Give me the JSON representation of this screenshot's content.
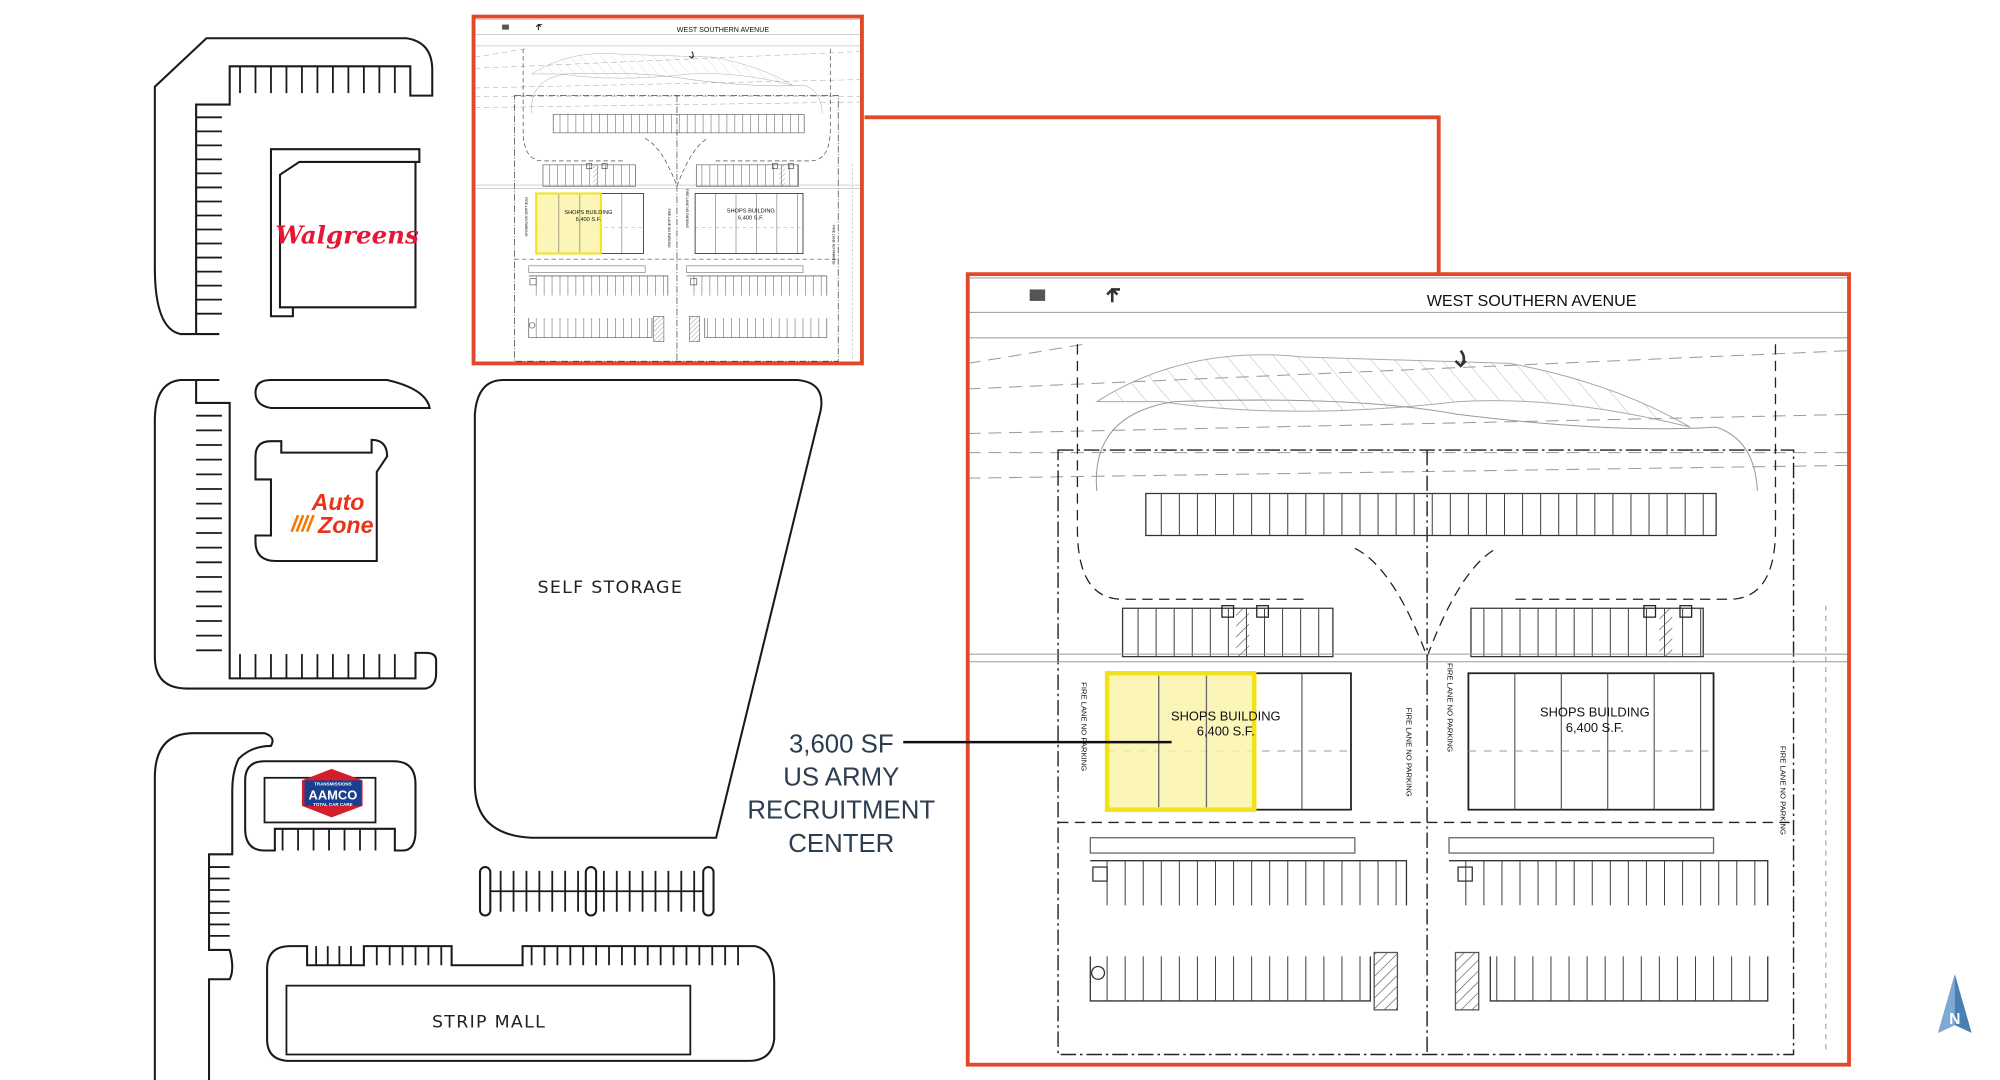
{
  "colors": {
    "highlight_border": "#e2492a",
    "highlight_fill": "#fbf3a6",
    "highlight_stroke": "#f2e21a",
    "callout_text": "#2c3e50",
    "walgreens_red": "#e31837",
    "autozone_orange": "#f26100",
    "aamco_blue": "#1b3f8f",
    "north_arrow": "#4a7fb5"
  },
  "tenants": {
    "walgreens": "Walgreens",
    "autozone_line1": "Auto",
    "autozone_line2": "Zone",
    "aamco_top": "TRANSMISSIONS",
    "aamco_name": "AAMCO",
    "aamco_bottom": "TOTAL CAR CARE",
    "self_storage": "SELF STORAGE",
    "strip_mall": "STRIP MALL"
  },
  "site_plan": {
    "street": "WEST SOUTHERN AVENUE",
    "building_left_name": "SHOPS BUILDING",
    "building_left_area": "6,400 S.F.",
    "building_right_name": "SHOPS BUILDING",
    "building_right_area": "6,400 S.F.",
    "fire_lane": "FIRE LANE NO PARKING"
  },
  "callout": {
    "line1": "3,600 SF",
    "line2": "US ARMY",
    "line3": "RECRUITMENT",
    "line4": "CENTER"
  },
  "north_arrow": {
    "label": "N",
    "icon": "north-arrow-icon"
  }
}
